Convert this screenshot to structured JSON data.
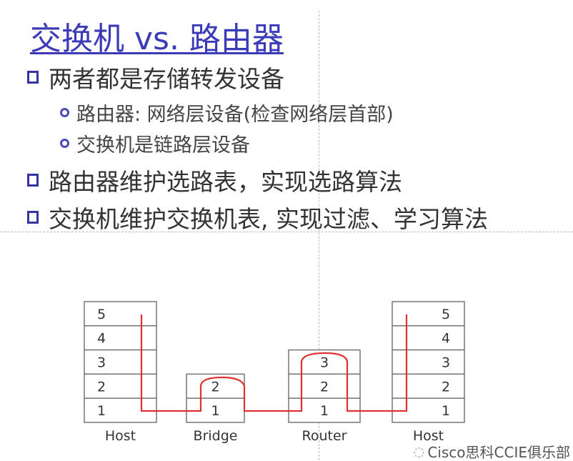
{
  "title": "交换机 vs. 路由器",
  "bullets": [
    {
      "text": "两者都是存储转发设备",
      "sub": [
        "路由器: 网络层设备(检查网络层首部)",
        "交换机是链路层设备"
      ]
    },
    {
      "text": "路由器维护选路表，实现选路算法"
    },
    {
      "text": "交换机维护交换机表, 实现过滤、学习算法"
    }
  ],
  "diagram": {
    "devices": [
      {
        "label": "Host",
        "layers": [
          "5",
          "4",
          "3",
          "2",
          "1"
        ]
      },
      {
        "label": "Bridge",
        "layers": [
          "2",
          "1"
        ]
      },
      {
        "label": "Router",
        "layers": [
          "3",
          "2",
          "1"
        ]
      },
      {
        "label": "Host",
        "layers": [
          "5",
          "4",
          "3",
          "2",
          "1"
        ]
      }
    ],
    "path_color": "#e03030"
  },
  "watermark": "Cisco思科CCIE俱乐部",
  "colors": {
    "title": "#3b3bb8",
    "bullet": "#3535a0"
  }
}
